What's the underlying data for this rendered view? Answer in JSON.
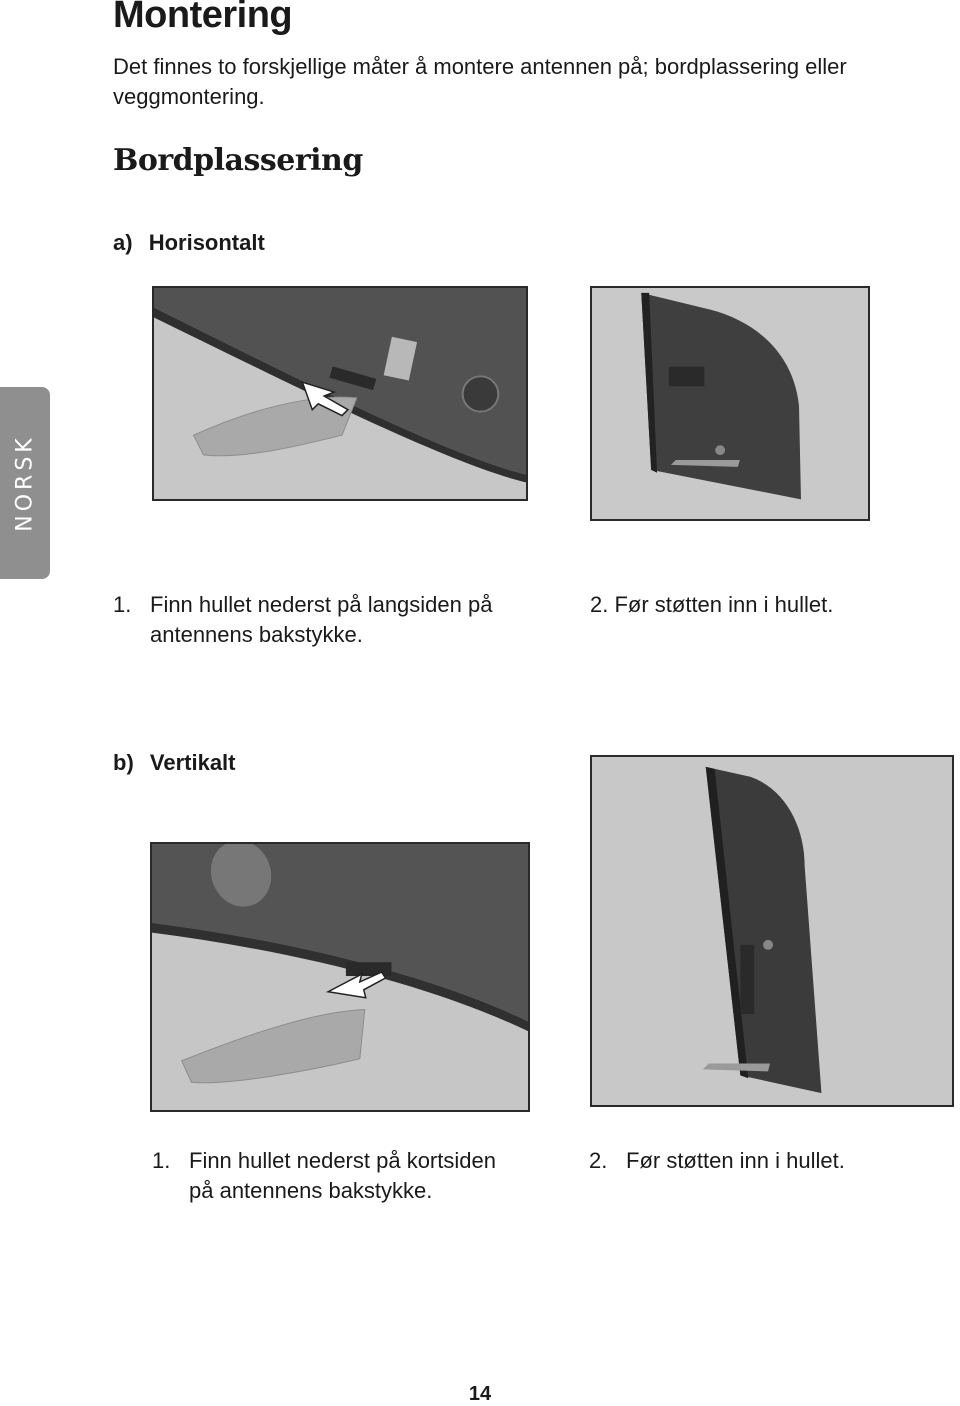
{
  "title": "Montering",
  "intro": "Det finnes to forskjellige måter å montere antennen på; bordplassering eller veggmontering.",
  "section_title": "Bordplassering",
  "side_tab": "NORSK",
  "sub_a": {
    "label": "a)",
    "text": "Horisontalt"
  },
  "sub_b": {
    "label": "b)",
    "text": "Vertikalt"
  },
  "captions_a": {
    "step1": {
      "num": "1.",
      "line1": "Finn hullet nederst på langsiden på",
      "line2": "antennens bakstykke."
    },
    "step2": "2. Før støtten inn i hullet."
  },
  "captions_b": {
    "step1": {
      "num": "1.",
      "line1": "Finn hullet nederst på kortsiden",
      "line2": "på antennens bakstykke."
    },
    "step2": {
      "num": "2.",
      "text": "Før støtten inn i hullet."
    }
  },
  "page_number": "14",
  "colors": {
    "side_tab": "#8f8f8f",
    "device_dark": "#4a4a4a",
    "stand_grey": "#a8a8a8"
  }
}
